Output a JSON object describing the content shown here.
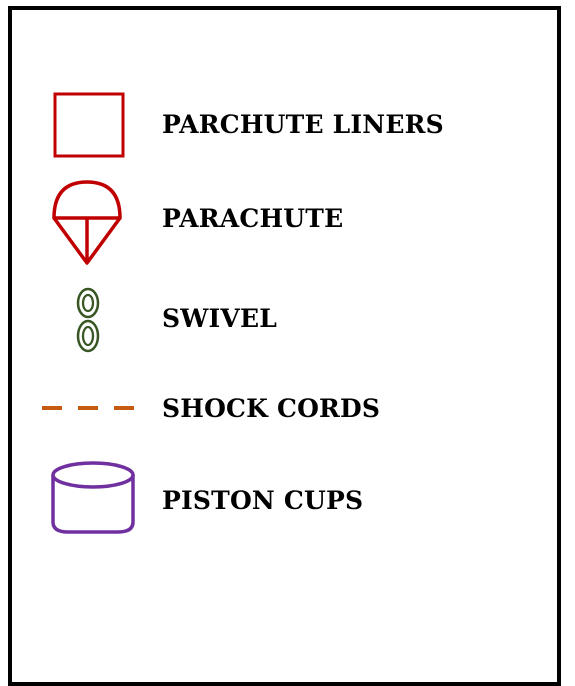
{
  "legend": {
    "items": [
      {
        "label": "PARCHUTE LINERS",
        "icon": "square-outline-icon",
        "color": "#c00000"
      },
      {
        "label": "PARACHUTE",
        "icon": "parachute-icon",
        "color": "#c00000"
      },
      {
        "label": "SWIVEL",
        "icon": "swivel-icon",
        "color": "#375623"
      },
      {
        "label": "SHOCK CORDS",
        "icon": "dashed-line-icon",
        "color": "#c55a11"
      },
      {
        "label": "PISTON CUPS",
        "icon": "cylinder-icon",
        "color": "#7030a0"
      }
    ]
  }
}
